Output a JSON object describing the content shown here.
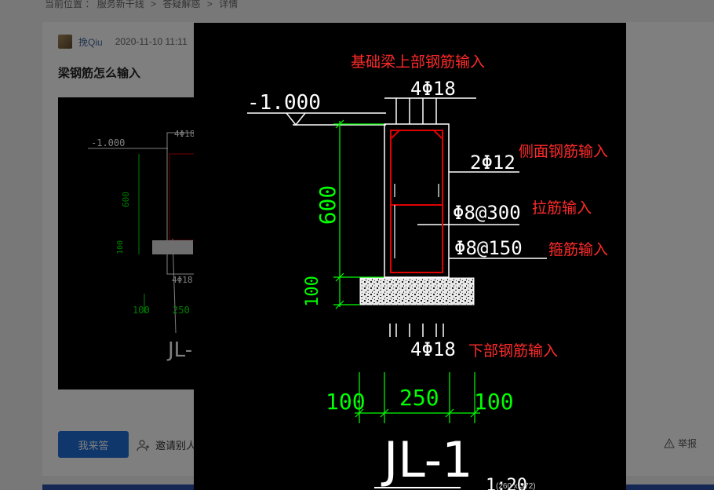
{
  "breadcrumb": {
    "prefix": "当前位置 ：",
    "items": [
      "服务新干线",
      "答疑解惑",
      "详情"
    ]
  },
  "question": {
    "author": "挽Qiu",
    "date": "2020-11-10 11:11",
    "title": "梁钢筋怎么输入"
  },
  "actions": {
    "answer_label": "我来答",
    "invite_label": "邀请别人",
    "report_label": "举报"
  },
  "drawing": {
    "elevation": "-1.000",
    "top_rebar": "4Φ18",
    "side_rebar": "2Φ12",
    "tie_bar": "Φ8@300",
    "stirrup": "Φ8@150",
    "bottom_rebar": "4Φ18",
    "height_dim": "600",
    "cushion_dim": "100",
    "left_dim": "100",
    "width_dim": "250",
    "right_dim": "100",
    "beam_name": "JL-1",
    "scale": "1:20",
    "image_size": "(260 x 372)"
  },
  "annotations": {
    "top": "基础梁上部钢筋输入",
    "side": "侧面钢筋输入",
    "tie": "拉筋输入",
    "stirrup": "箍筋输入",
    "bottom": "下部钢筋输入"
  },
  "colors": {
    "annotation_red": "#ff2a2a",
    "dim_green": "#00ff00",
    "rebar_red": "#e00000",
    "button_blue": "#1e6fd9"
  }
}
